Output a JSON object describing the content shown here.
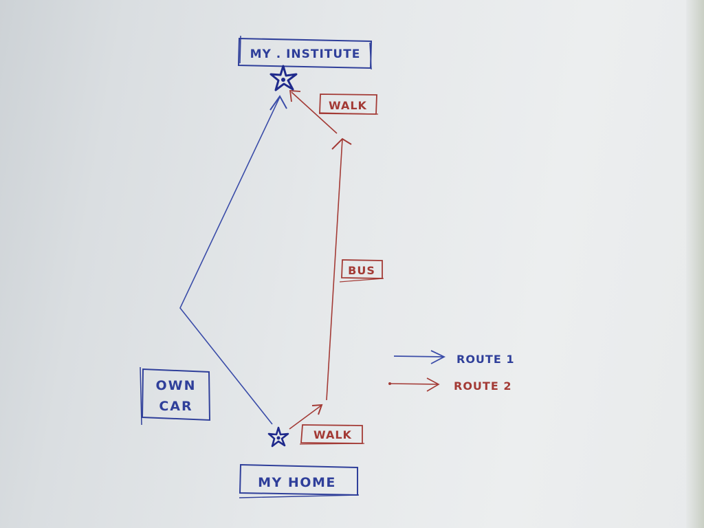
{
  "nodes": {
    "institute": {
      "label": "MY . INSTITUTE"
    },
    "home": {
      "label": "MY HOME"
    }
  },
  "route1": {
    "mode_label_line1": "OWN",
    "mode_label_line2": "CAR"
  },
  "route2": {
    "walk_start_label": "WALK",
    "bus_label": "BUS",
    "walk_end_label": "WALK"
  },
  "legend": {
    "route1_label": "ROUTE 1",
    "route2_label": "ROUTE 2"
  },
  "colors": {
    "route1": "#2f3f9a",
    "route2": "#a33a35",
    "star": "#1f2a8c"
  },
  "icons": {
    "node_marker": "star-icon"
  }
}
